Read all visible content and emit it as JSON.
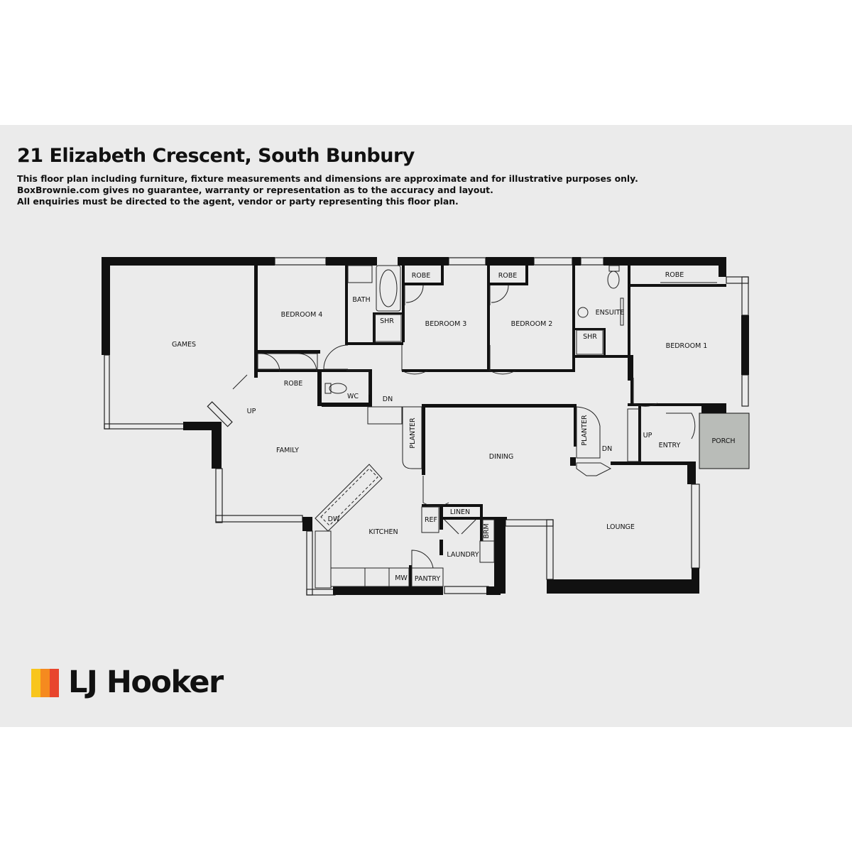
{
  "header": {
    "title": "21 Elizabeth Crescent, South Bunbury",
    "disclaimer_lines": [
      "This floor plan including furniture, fixture measurements and dimensions are approximate and for illustrative purposes only.",
      "BoxBrownie.com gives no guarantee, warranty or representation as to the accuracy and layout.",
      "All enquiries must be directed to the agent, vendor or party representing this floor plan."
    ]
  },
  "rooms": {
    "games": "GAMES",
    "bedroom4": "BEDROOM 4",
    "bath": "BATH",
    "shr_bath": "SHR",
    "robe_b3": "ROBE",
    "bedroom3": "BEDROOM 3",
    "robe_b2": "ROBE",
    "bedroom2": "BEDROOM 2",
    "ensuite": "ENSUITE",
    "shr_ensuite": "SHR",
    "robe_b1": "ROBE",
    "bedroom1": "BEDROOM 1",
    "robe_b4": "ROBE",
    "wc": "WC",
    "up_family": "UP",
    "dn_hall": "DN",
    "family": "FAMILY",
    "planter_left": "PLANTER",
    "dining": "DINING",
    "planter_right": "PLANTER",
    "dn_right": "DN",
    "up_entry": "UP",
    "entry": "ENTRY",
    "porch": "PORCH",
    "dw": "DW",
    "kitchen": "KITCHEN",
    "ref": "REF",
    "linen": "LINEN",
    "brm": "BRM",
    "laundry": "LAUNDRY",
    "lounge": "LOUNGE",
    "mw": "MW",
    "pantry": "PANTRY"
  },
  "brand": {
    "name": "LJ Hooker",
    "logo_colors": [
      "#f8c51c",
      "#f58a1f",
      "#e8452d"
    ]
  },
  "colors": {
    "panel_bg": "#ebebeb",
    "wall": "#111111",
    "porch_fill": "#b9bcb8"
  }
}
